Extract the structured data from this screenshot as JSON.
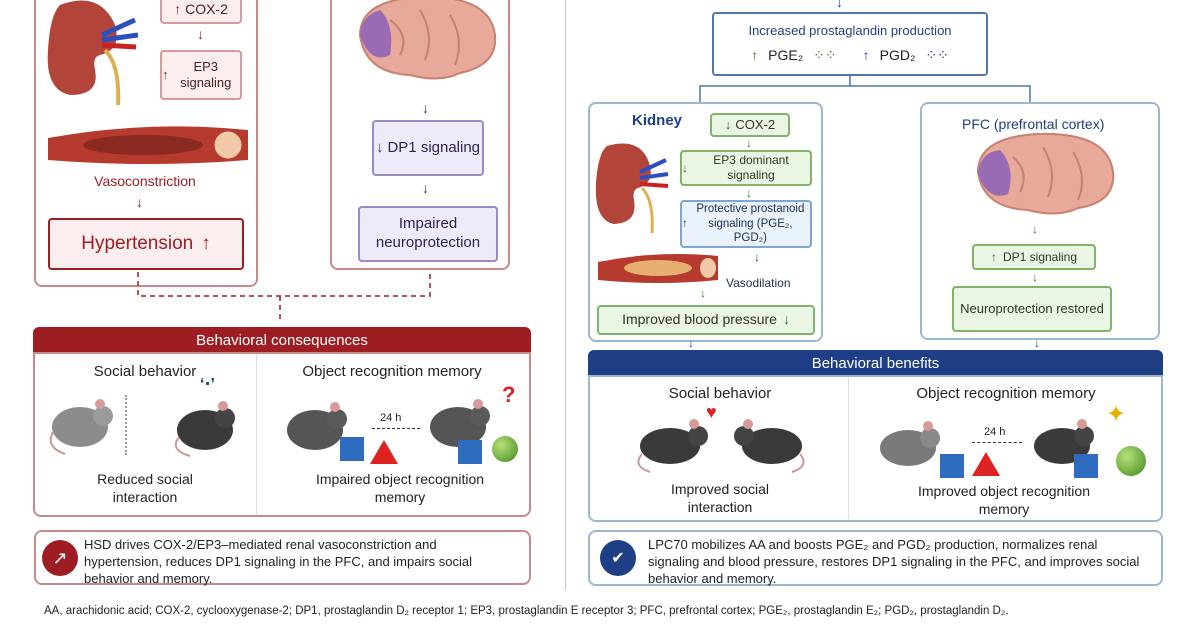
{
  "left": {
    "cox2": "COX-2",
    "ep3": "EP3 signaling",
    "vasoconstriction": "Vasoconstriction",
    "hypertension": "Hypertension",
    "dp1": "DP1 signaling",
    "neuro": "Impaired neuroprotection",
    "behav_header": "Behavioral consequences",
    "social_title": "Social behavior",
    "social_result": "Reduced social interaction",
    "object_title": "Object recognition memory",
    "time": "24 h",
    "object_result": "Impaired object recognition memory",
    "summary": "HSD drives COX-2/EP3–mediated renal vasoconstriction and hypertension, reduces DP1 signaling in the PFC, and impairs social behavior and memory."
  },
  "right": {
    "prostaglandin": "Increased prostaglandin production",
    "pge2": "PGE₂",
    "pgd2": "PGD₂",
    "kidney_title": "Kidney",
    "cox2": "COX-2",
    "ep3": "EP3 dominant signaling",
    "protective": "Protective prostanoid signaling (PGE₂, PGD₂)",
    "vasodilation": "Vasodilation",
    "bp": "Improved blood pressure",
    "pfc_title": "PFC (prefrontal cortex)",
    "dp1": "DP1 signaling",
    "neuro": "Neuroprotection restored",
    "behav_header": "Behavioral benefits",
    "social_title": "Social behavior",
    "social_result": "Improved social interaction",
    "object_title": "Object recognition memory",
    "time": "24 h",
    "object_result": "Improved object recognition memory",
    "summary": "LPC70 mobilizes AA and boosts PGE₂ and PGD₂ production, normalizes renal signaling and blood pressure, restores DP1 signaling in the PFC, and improves social behavior and memory."
  },
  "footnote": "AA, arachidonic acid; COX-2, cyclooxygenase-2; DP1, prostaglandin D₂ receptor 1; EP3, prostaglandin E receptor 3; PFC, prefrontal cortex; PGE₂, prostaglandin E₂; PGD₂, prostaglandin D₂.",
  "colors": {
    "dark_red": "#9e1d22",
    "navy": "#1e3f86",
    "green": "#2a7a2a",
    "purple": "#5b2a8a"
  }
}
